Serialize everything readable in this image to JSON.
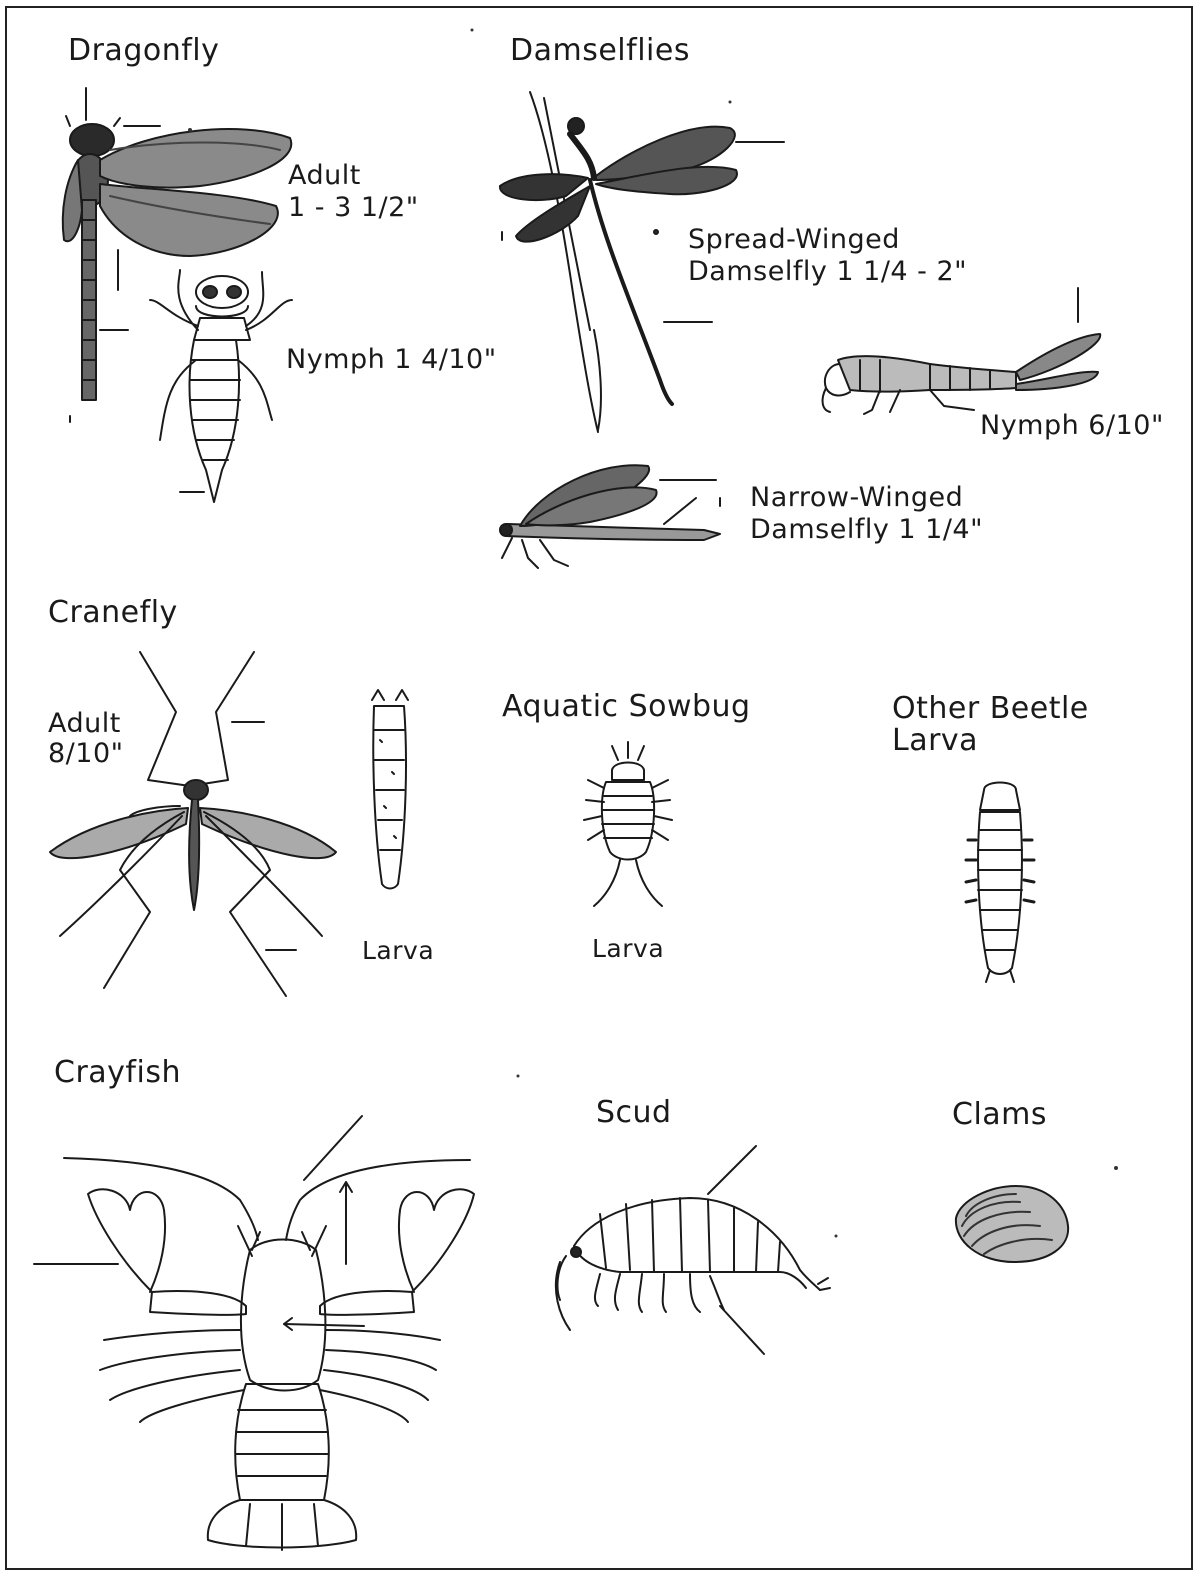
{
  "dragonfly": {
    "title": "Dragonfly",
    "adult_line1": "Adult",
    "adult_line2": "1 - 3 1/2\"",
    "nymph": "Nymph 1 4/10\""
  },
  "damselflies": {
    "title": "Damselflies",
    "spread_line1": "Spread-Winged",
    "spread_line2": "Damselfly 1 1/4 - 2\"",
    "nymph": "Nymph 6/10\"",
    "narrow_line1": "Narrow-Winged",
    "narrow_line2": "Damselfly 1 1/4\""
  },
  "cranefly": {
    "title": "Cranefly",
    "adult_line1": "Adult",
    "adult_line2": "8/10\"",
    "larva": "Larva"
  },
  "sowbug": {
    "title": "Aquatic Sowbug",
    "larva": "Larva"
  },
  "beetle": {
    "title_line1": "Other Beetle",
    "title_line2": "Larva"
  },
  "crayfish": {
    "title": "Crayfish"
  },
  "scud": {
    "title": "Scud"
  },
  "clams": {
    "title": "Clams"
  }
}
